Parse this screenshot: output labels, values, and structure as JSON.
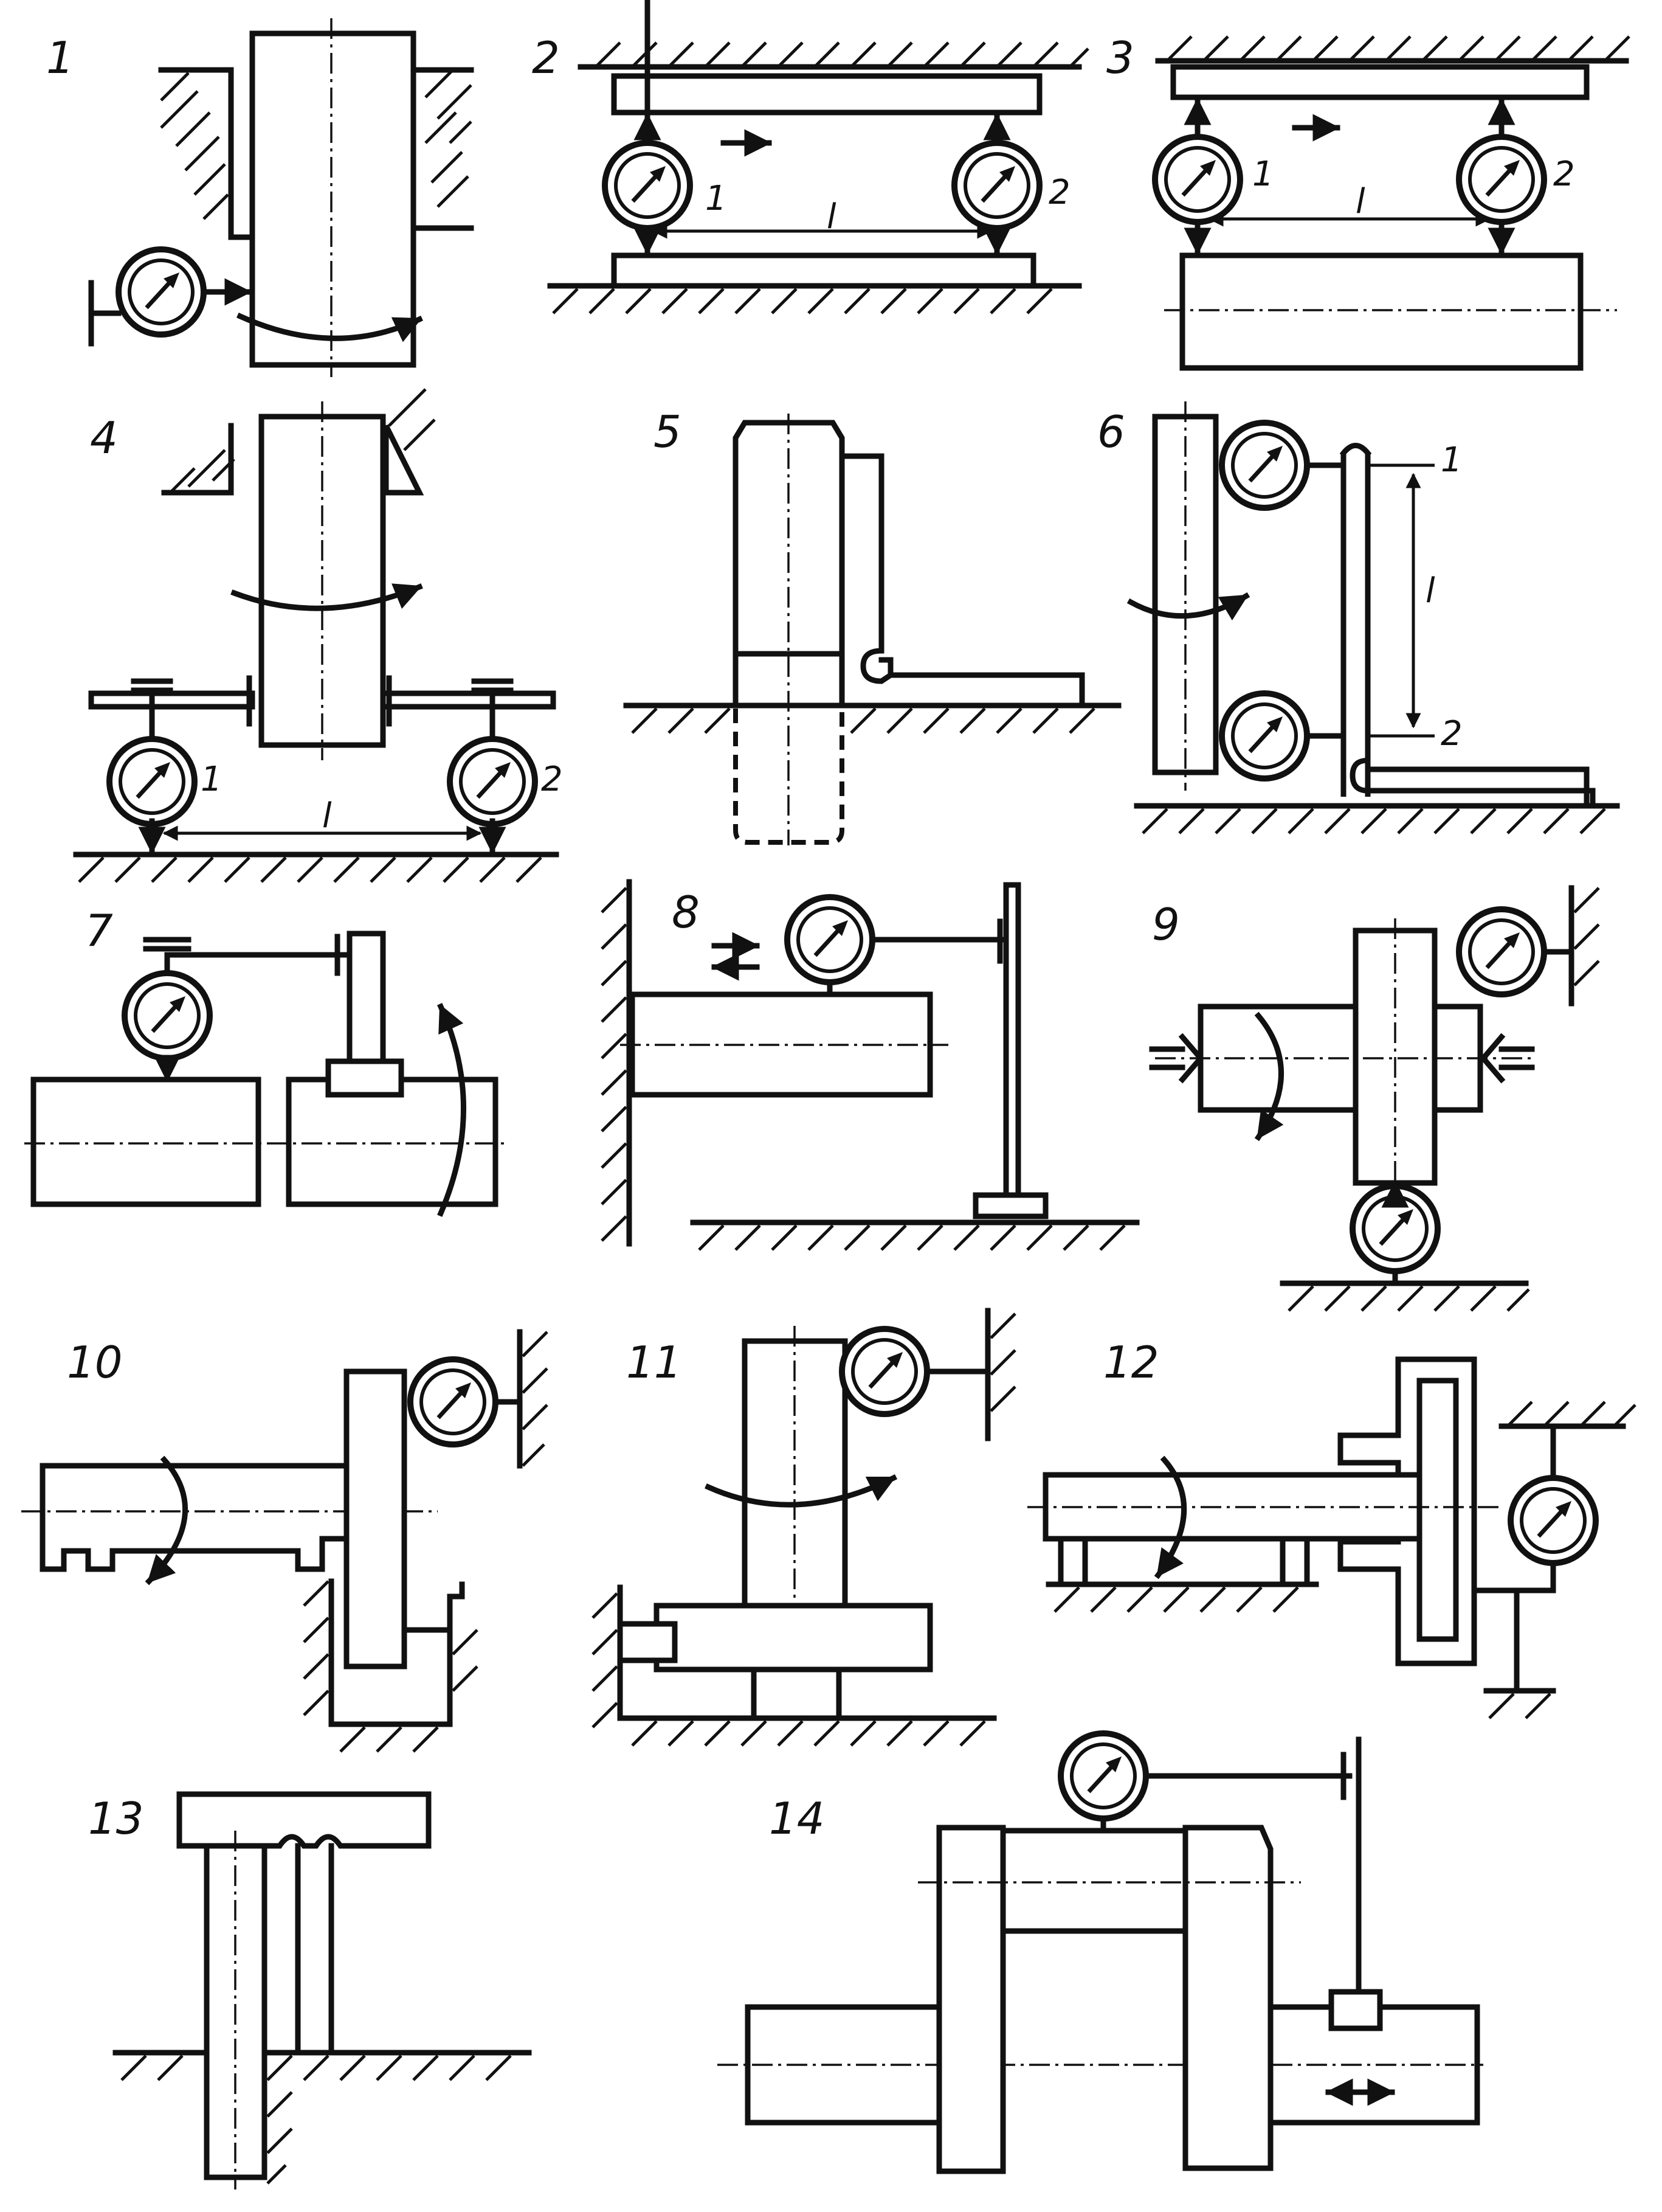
{
  "title": "Dial indicator measurement setups",
  "figures": [
    {
      "id": "1",
      "label": "1"
    },
    {
      "id": "2",
      "label": "2",
      "indicator_1": "1",
      "indicator_2": "2",
      "distance": "l"
    },
    {
      "id": "3",
      "label": "3",
      "indicator_1": "1",
      "indicator_2": "2",
      "distance": "l"
    },
    {
      "id": "4",
      "label": "4",
      "indicator_1": "1",
      "indicator_2": "2",
      "distance": "l"
    },
    {
      "id": "5",
      "label": "5"
    },
    {
      "id": "6",
      "label": "6",
      "position_1": "1",
      "position_2": "2",
      "distance": "l"
    },
    {
      "id": "7",
      "label": "7"
    },
    {
      "id": "8",
      "label": "8"
    },
    {
      "id": "9",
      "label": "9"
    },
    {
      "id": "10",
      "label": "10"
    },
    {
      "id": "11",
      "label": "11"
    },
    {
      "id": "12",
      "label": "12"
    },
    {
      "id": "13",
      "label": "13"
    },
    {
      "id": "14",
      "label": "14"
    }
  ],
  "icons": {
    "dial": "dial-indicator-icon",
    "hatch": "fixed-support-hatching",
    "rotation": "rotation-arrow-icon"
  },
  "colors": {
    "ink": "#111111",
    "paper": "#ffffff"
  }
}
